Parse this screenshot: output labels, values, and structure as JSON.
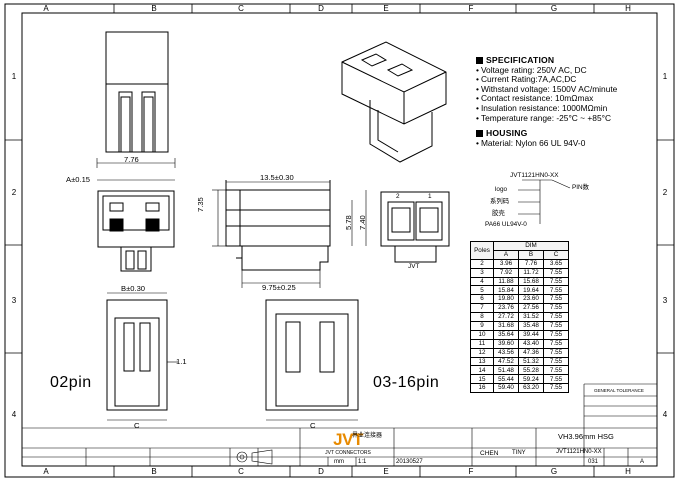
{
  "frame": {
    "top_letters": [
      "A",
      "B",
      "C",
      "D",
      "E",
      "F",
      "G",
      "H"
    ],
    "bottom_letters": [
      "A",
      "B",
      "C",
      "D",
      "E",
      "F",
      "G",
      "H"
    ],
    "side_numbers": [
      "1",
      "2",
      "3",
      "4"
    ]
  },
  "specification": {
    "title": "SPECIFICATION",
    "items": [
      "Voltage rating: 250V AC, DC",
      "Current Rating:7A,AC,DC",
      "Withstand voltage: 1500V AC/minute",
      "Contact resistance: 10mΩmax",
      "Insulation resistance: 1000MΩmin",
      "Temperature range: -25°C ~ +85°C"
    ],
    "housing_title": "HOUSING",
    "housing_items": [
      "Material: Nylon 66 UL 94V-0"
    ]
  },
  "dimensions": {
    "top_width": "7.76",
    "a_tol": "A±0.15",
    "length": "13.5±0.30",
    "height_left": "7.35",
    "height_inner": "5.78",
    "height_right": "7.40",
    "bottom_len": "9.75±0.25",
    "b_tol": "B±0.30",
    "side_1_1": "1.1",
    "c_label_left": "C",
    "c_label_right": "C",
    "label_02pin": "02pin",
    "label_03_16pin": "03-16pin"
  },
  "part_marking": {
    "code": "JVT1121HN0-XX",
    "pin_count": "PIN数",
    "logo": "logo",
    "series": "系列码",
    "glue": "胶壳",
    "material": "PA66 UL94V-0"
  },
  "front_view_marks": {
    "left": "2",
    "right": "1",
    "bottom": "JVT"
  },
  "dim_table": {
    "header_poles": "Poles",
    "header_dim": "DIM",
    "cols": [
      "A",
      "B",
      "C"
    ],
    "rows": [
      [
        "2",
        "3.96",
        "7.76",
        "3.65"
      ],
      [
        "3",
        "7.92",
        "11.72",
        "7.55"
      ],
      [
        "4",
        "11.88",
        "15.68",
        "7.55"
      ],
      [
        "5",
        "15.84",
        "19.64",
        "7.55"
      ],
      [
        "6",
        "19.80",
        "23.60",
        "7.55"
      ],
      [
        "7",
        "23.76",
        "27.56",
        "7.55"
      ],
      [
        "8",
        "27.72",
        "31.52",
        "7.55"
      ],
      [
        "9",
        "31.68",
        "35.48",
        "7.55"
      ],
      [
        "10",
        "35.64",
        "39.44",
        "7.55"
      ],
      [
        "11",
        "39.60",
        "43.40",
        "7.55"
      ],
      [
        "12",
        "43.56",
        "47.36",
        "7.55"
      ],
      [
        "13",
        "47.52",
        "51.32",
        "7.55"
      ],
      [
        "14",
        "51.48",
        "55.28",
        "7.55"
      ],
      [
        "15",
        "55.44",
        "59.24",
        "7.55"
      ],
      [
        "16",
        "59.40",
        "63.20",
        "7.55"
      ]
    ]
  },
  "title_block": {
    "company_en": "JVT CONNECTORS",
    "company_cn": "界业连接器",
    "logo": "JVT",
    "part_title": "VH3.96mm HSG",
    "part_no": "JVT1121HN0-XX",
    "drawn": "CHEN",
    "checked": "TINY",
    "sheet": "031",
    "date": "20130527",
    "rev": "A",
    "scale": "1:1",
    "unit": "mm",
    "general_tolerance": "GENERAL TOLERANCE"
  },
  "colors": {
    "line": "#000000",
    "logo": "#e88a00",
    "background": "#ffffff"
  }
}
